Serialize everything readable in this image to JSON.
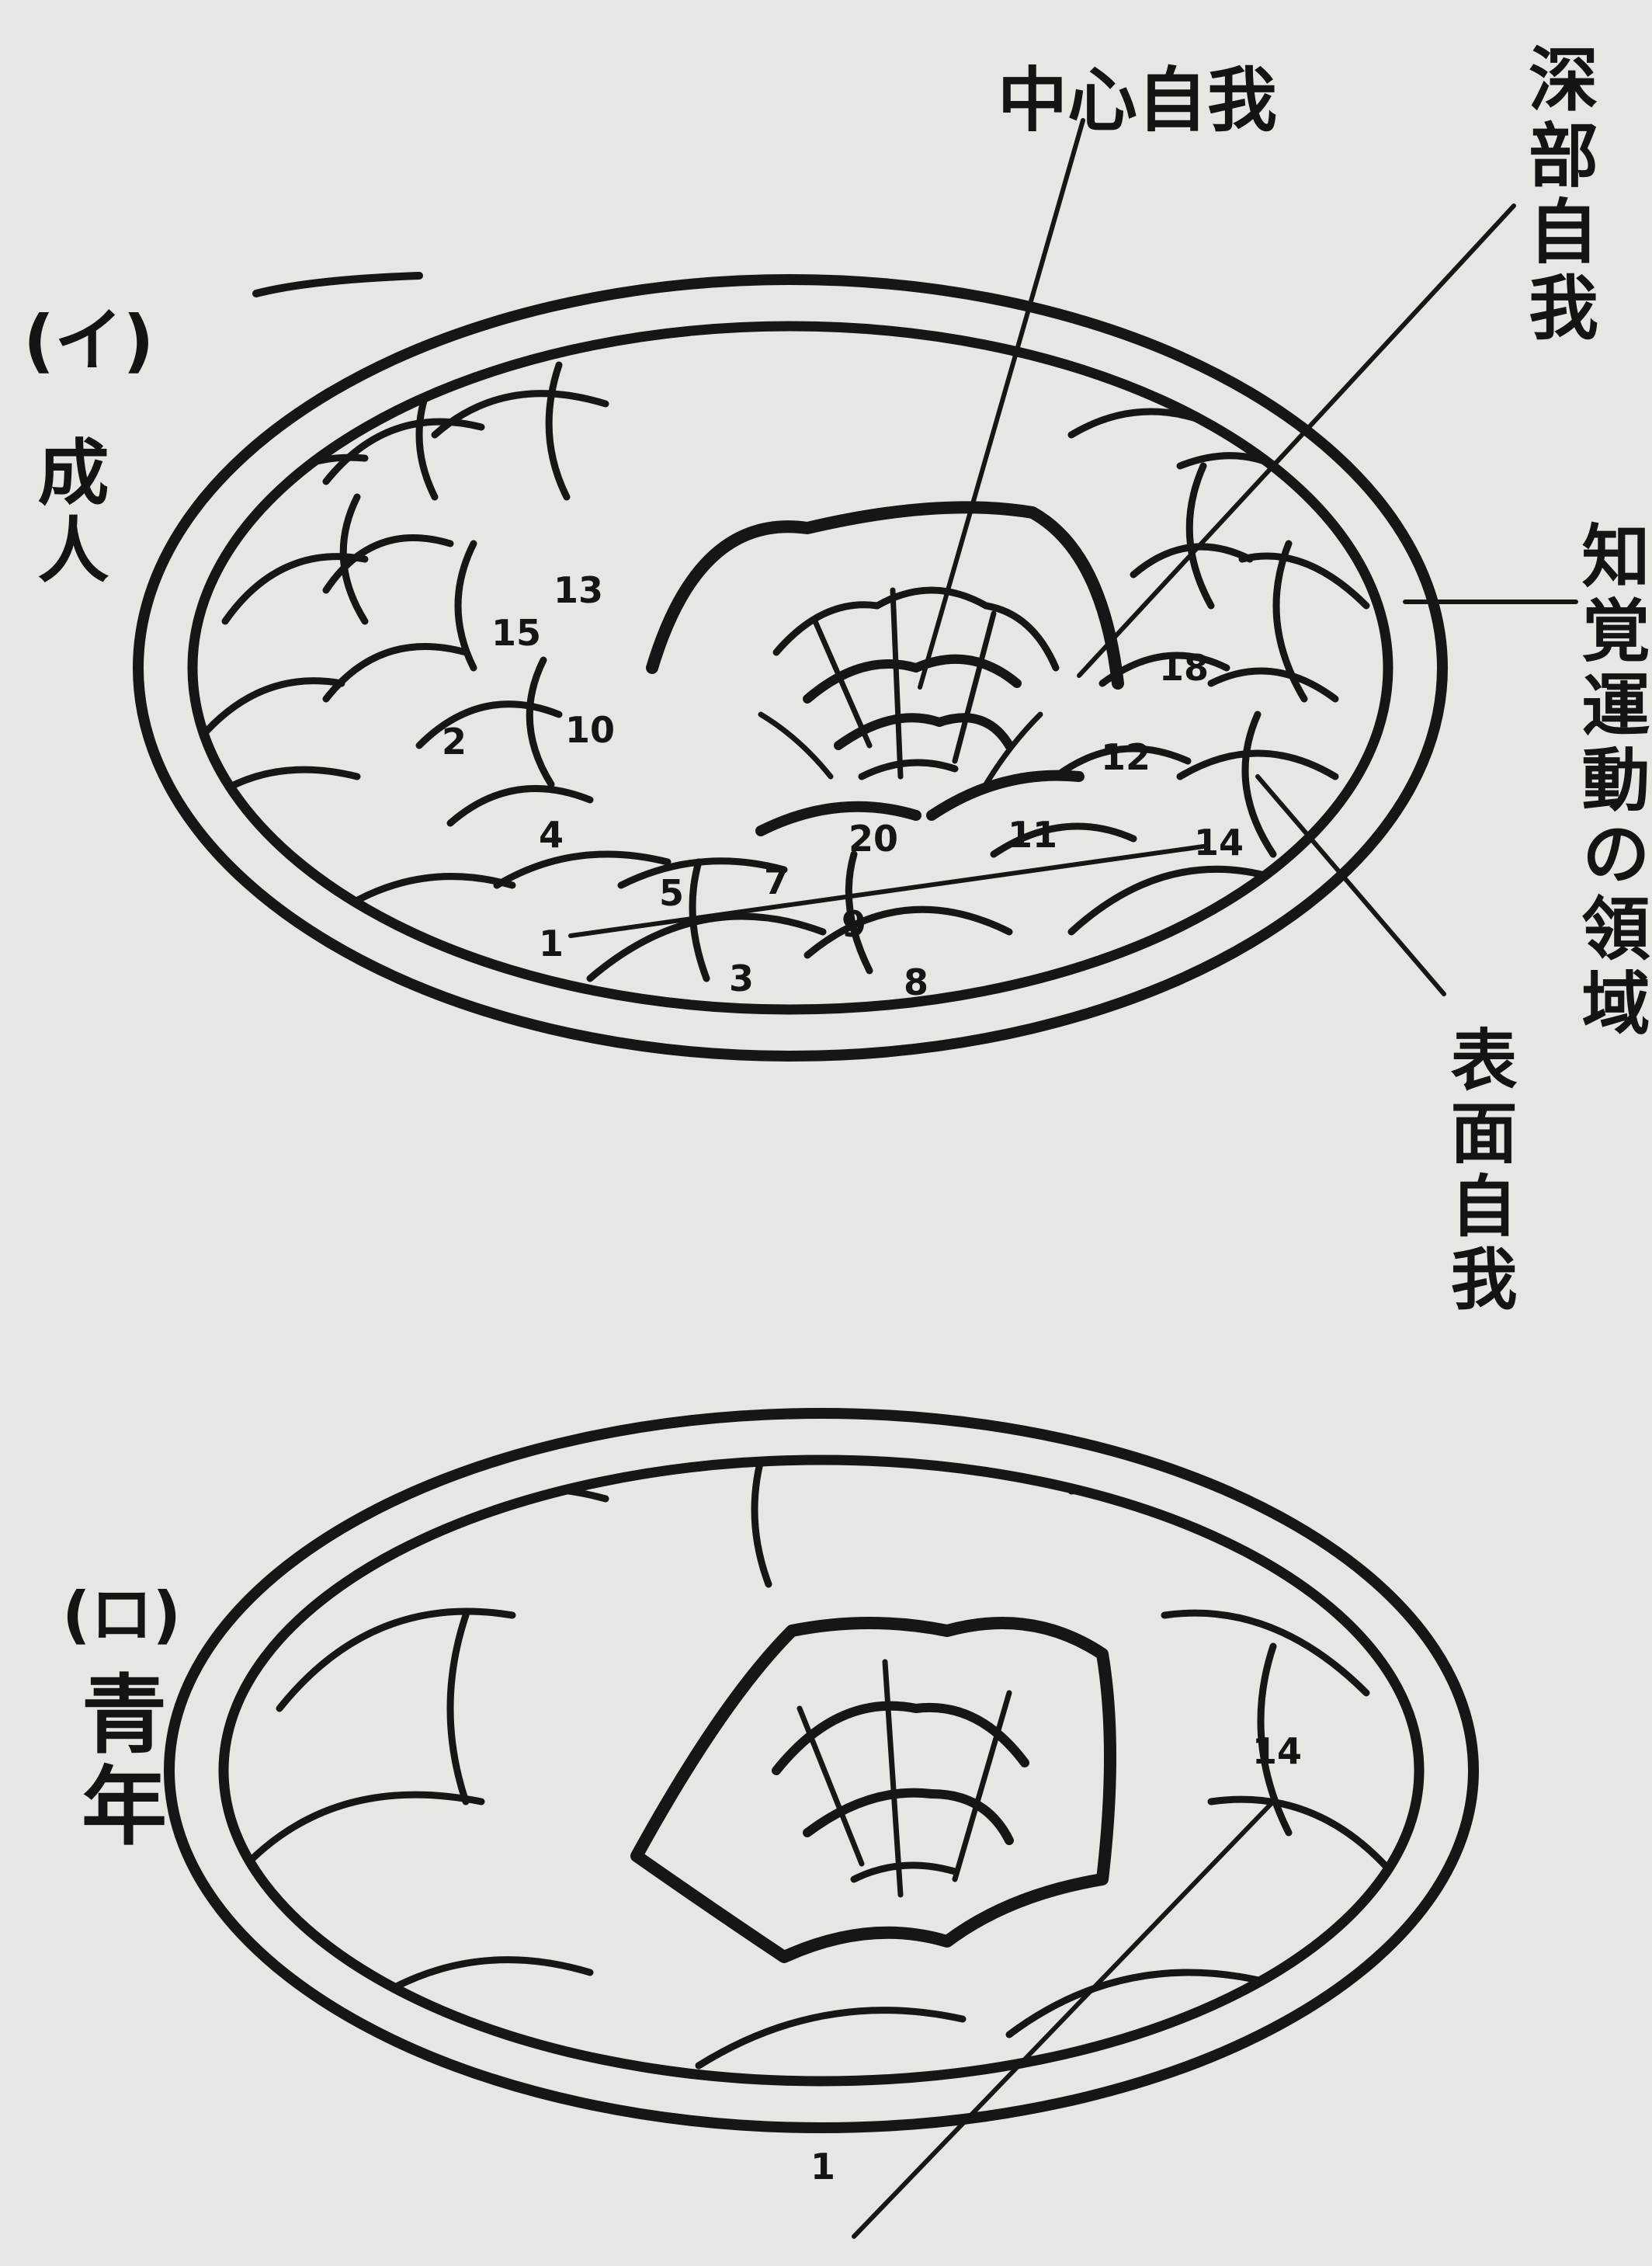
{
  "figure_a": {
    "marker": "(イ)",
    "title": "成人",
    "labels": {
      "central_ego": "中心自我",
      "deep_ego": "深部自我",
      "perceptual_motor_region": "知覚運動の領域",
      "surface_ego": "表面自我"
    },
    "region_numbers": [
      "15",
      "13",
      "2",
      "10",
      "4",
      "5",
      "7",
      "20",
      "11",
      "14",
      "12",
      "18",
      "1",
      "9",
      "3",
      "8"
    ]
  },
  "figure_b": {
    "marker": "(ロ)",
    "title": "青年",
    "region_numbers": [
      "14",
      "1"
    ]
  },
  "colors": {
    "paper": "#e6e6e3",
    "ink": "#161616"
  }
}
